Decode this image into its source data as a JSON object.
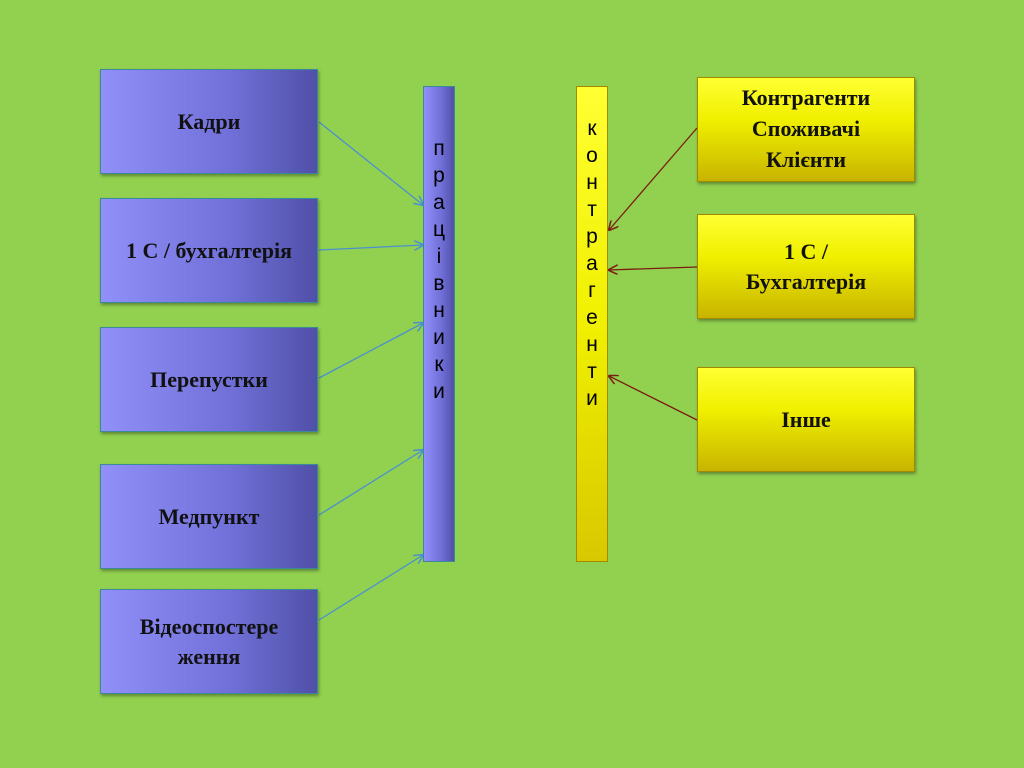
{
  "left_boxes": [
    {
      "label": "Кадри"
    },
    {
      "label": "1 С / бухгалтерія"
    },
    {
      "label": "Перепустки"
    },
    {
      "label": "Медпункт"
    },
    {
      "label": "Відеоспостере\nження"
    }
  ],
  "left_bar": {
    "letters": [
      "п",
      "р",
      "а",
      "ц",
      "і",
      "в",
      "н",
      "и",
      "к",
      "и"
    ]
  },
  "right_bar": {
    "letters": [
      "к",
      "о",
      "н",
      "т",
      "р",
      "а",
      "г",
      "е",
      "н",
      "т",
      "и"
    ]
  },
  "right_boxes": [
    {
      "label": "Контрагенти\nСпоживачі\nКлієнти"
    },
    {
      "label": "1 С /\nБухгалтерія"
    },
    {
      "label": "Інше"
    }
  ],
  "colors": {
    "background": "#92d050",
    "left_arrow": "#4a90d0",
    "right_arrow": "#7a1e10"
  }
}
